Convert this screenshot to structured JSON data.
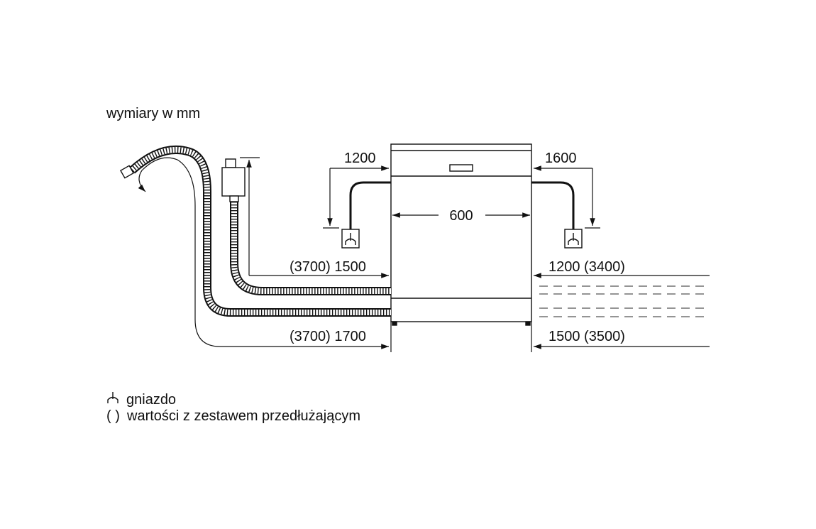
{
  "title": "wymiary w mm",
  "dimensions": {
    "width": "600",
    "left_top": "1200",
    "right_top": "1600",
    "left_mid": "(3700) 1500",
    "right_mid": "1200 (3400)",
    "left_bottom": "(3700) 1700",
    "right_bottom": "1500 (3500)"
  },
  "legend": {
    "socket_label": "gniazdo",
    "bracket_symbol": "( )",
    "bracket_label": "wartości z zestawem przedłużającym"
  },
  "icons": [
    "socket-icon",
    "drain-hose-icon",
    "water-inlet-hose-icon",
    "aquastop-valve-icon",
    "dishwasher-outline"
  ],
  "colors": {
    "line": "#111111",
    "hose_fill": "#ffffff",
    "dash": "#555555"
  }
}
